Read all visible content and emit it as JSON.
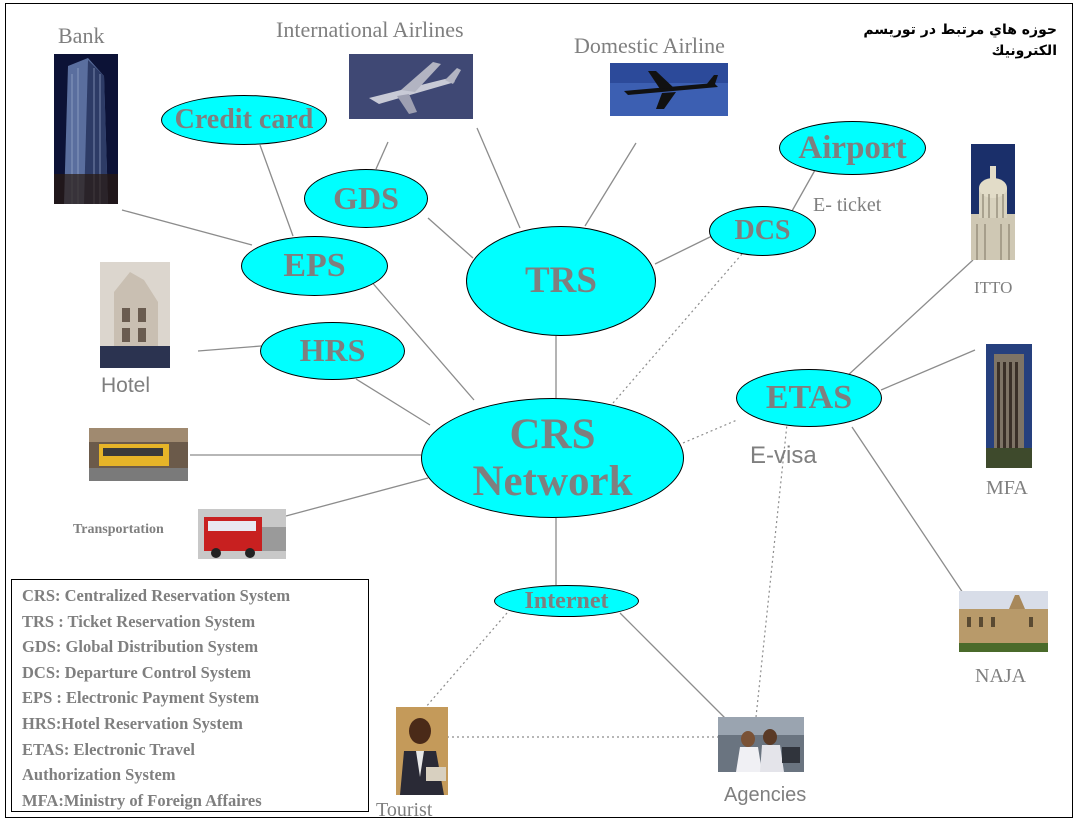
{
  "title": "حوزه هاي مرتبط در توريسم الكترونيك",
  "nodes": {
    "crs": {
      "line1": "CRS",
      "line2": "Network"
    },
    "trs": "TRS",
    "gds": "GDS",
    "eps": "EPS",
    "hrs": "HRS",
    "dcs": "DCS",
    "etas": "ETAS",
    "internet": "Internet",
    "credit_card": "Credit card",
    "airport": "Airport"
  },
  "labels": {
    "bank": "Bank",
    "international_airlines": "International Airlines",
    "domestic_airline": "Domestic Airline",
    "e_ticket": "E- ticket",
    "itto": "ITTO",
    "hotel": "Hotel",
    "e_visa": "E-visa",
    "mfa": "MFA",
    "transportation": "Transportation",
    "naja": "NAJA",
    "tourist": "Tourist",
    "agencies": "Agencies"
  },
  "legend": [
    "CRS: Centralized Reservation System",
    "TRS : Ticket Reservation System",
    "GDS: Global Distribution System",
    "DCS: Departure Control System",
    "EPS : Electronic Payment System",
    "HRS:Hotel Reservation System",
    "ETAS: Electronic Travel",
    "Authorization System",
    "MFA:Ministry of Foreign Affaires"
  ],
  "colors": {
    "node_fill": "#00ffff",
    "text_gray": "#7f7f7f",
    "line_gray": "#8c8c8c"
  }
}
